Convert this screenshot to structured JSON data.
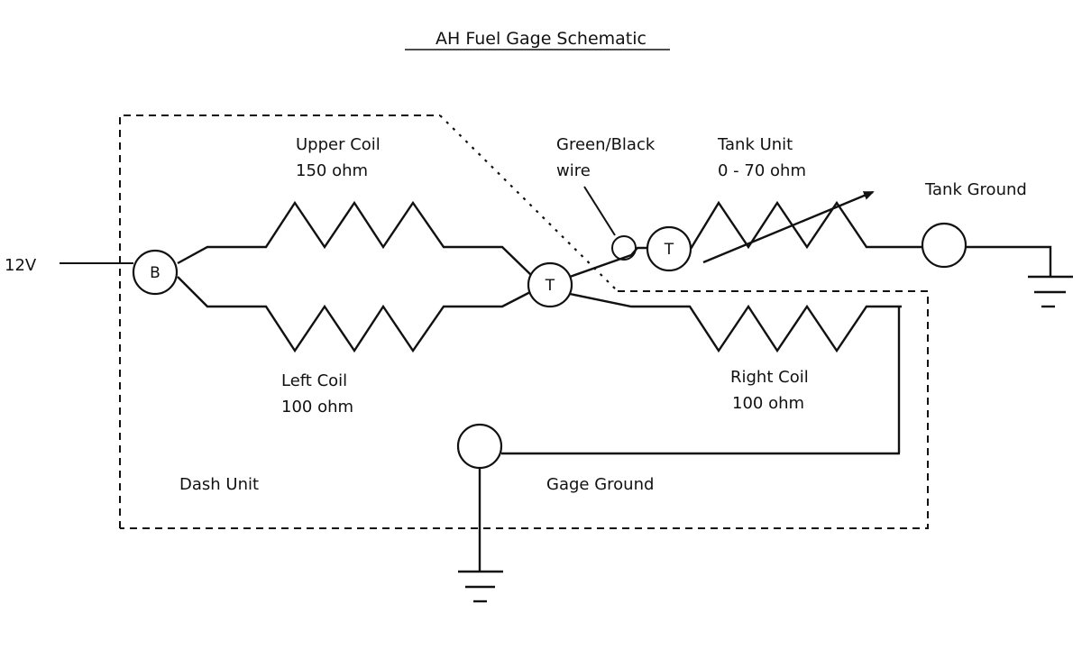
{
  "title": "AH Fuel Gage Schematic",
  "supply": {
    "label": "12V"
  },
  "nodes": {
    "battery": "B",
    "gauge_terminal": "T",
    "tank_terminal": "T"
  },
  "components": {
    "upper_coil": {
      "name": "Upper Coil",
      "value": "150 ohm"
    },
    "left_coil": {
      "name": "Left Coil",
      "value": "100 ohm"
    },
    "right_coil": {
      "name": "Right Coil",
      "value": "100 ohm"
    },
    "tank_unit": {
      "name": "Tank Unit",
      "value": "0 - 70 ohm"
    }
  },
  "labels": {
    "wire": {
      "line1": "Green/Black",
      "line2": "wire"
    },
    "tank_ground": "Tank Ground",
    "gage_ground": "Gage Ground",
    "dash_unit": "Dash Unit"
  }
}
